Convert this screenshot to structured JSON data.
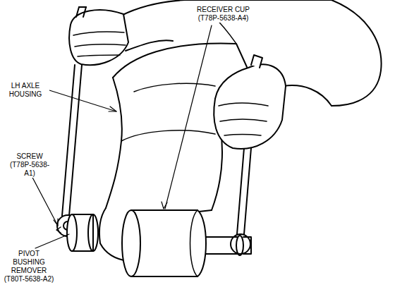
{
  "diagram": {
    "labels": [
      "RECEIVER CUP (T78P-5638-A4)",
      "LH AXLE HOUSING",
      "SCREW (T78P-5638-A1)",
      "PIVOT BUSHING REMOVER (T80T-5638-A2)"
    ]
  }
}
